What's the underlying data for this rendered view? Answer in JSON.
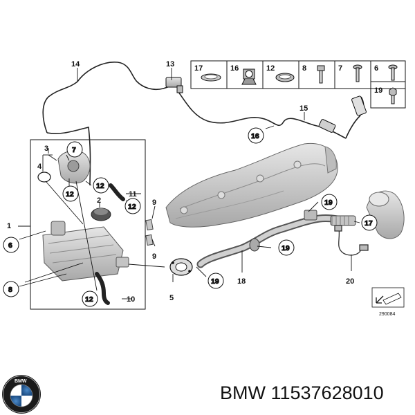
{
  "diagram": {
    "callouts": {
      "c1": "1",
      "c2": "2",
      "c3": "3",
      "c4": "4",
      "c5": "5",
      "c6": "6",
      "c7": "7",
      "c8": "8",
      "c9a": "9",
      "c9b": "9",
      "c10": "10",
      "c11": "11",
      "c12a": "12",
      "c12b": "12",
      "c12c": "12",
      "c12d": "12",
      "c13": "13",
      "c14": "14",
      "c15": "15",
      "c16": "16",
      "c17": "17",
      "c18": "18",
      "c19a": "19",
      "c19b": "19",
      "c19c": "19",
      "c20": "20"
    },
    "parts_table": {
      "p17": "17",
      "p16": "16",
      "p12": "12",
      "p8": "8",
      "p7": "7",
      "p6": "6",
      "p19": "19"
    },
    "reference_number": "290084"
  },
  "footer": {
    "brand_logo_text": "BMW",
    "caption": "BMW 11537628010"
  },
  "colors": {
    "line": "#111111",
    "part_fill": "#cfcfcf",
    "part_shadow": "#9a9a9a"
  }
}
